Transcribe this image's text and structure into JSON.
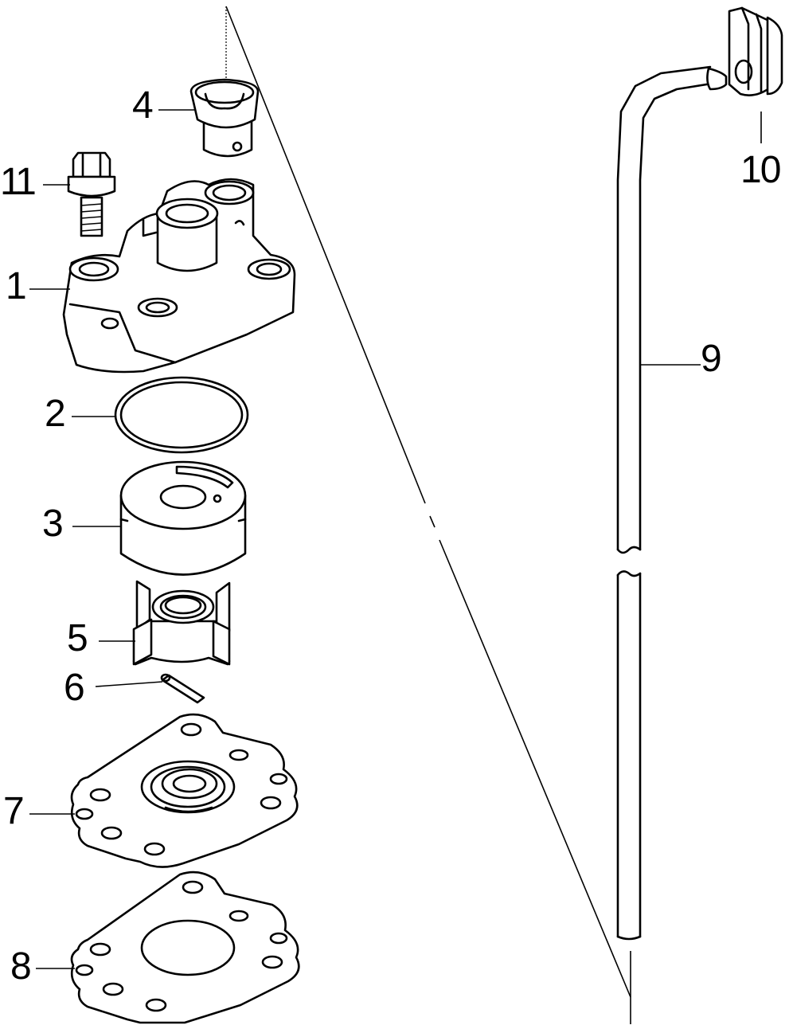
{
  "callouts": [
    {
      "id": "1",
      "label": "1"
    },
    {
      "id": "2",
      "label": "2"
    },
    {
      "id": "3",
      "label": "3"
    },
    {
      "id": "4",
      "label": "4"
    },
    {
      "id": "5",
      "label": "5"
    },
    {
      "id": "6",
      "label": "6"
    },
    {
      "id": "7",
      "label": "7"
    },
    {
      "id": "8",
      "label": "8"
    },
    {
      "id": "9",
      "label": "9"
    },
    {
      "id": "10",
      "label": "10"
    },
    {
      "id": "11",
      "label": "11"
    }
  ],
  "colors": {
    "ink": "#000000",
    "paper": "#ffffff"
  }
}
